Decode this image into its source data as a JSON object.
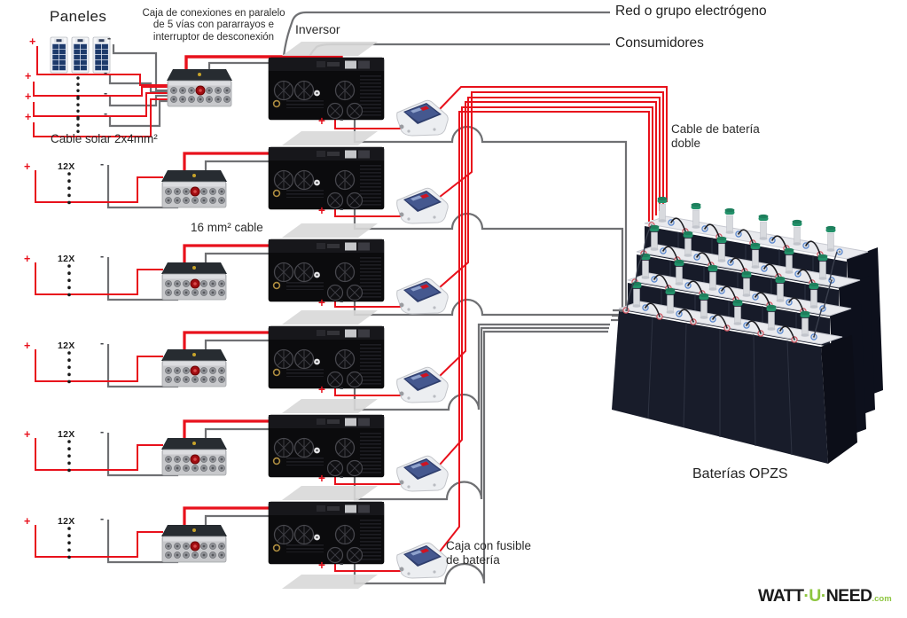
{
  "colors": {
    "wire_red": "#e8111c",
    "wire_gray": "#6f7073",
    "logo_green": "#8dc63f",
    "panel_blue": "#1d3a6b",
    "battery_dark": "#171b29",
    "fuse_lid_navy": "#2f3e6d",
    "text": "#2b2b2b"
  },
  "labels": {
    "paneles": "Paneles",
    "caja_conexiones": "Caja de conexiones en paralelo de 5 vías con pararrayos e interruptor de desconexión",
    "inversor": "Inversor",
    "red_grupo": "Red o grupo electrógeno",
    "consumidores": "Consumidores",
    "cable_solar": "Cable solar 2x4mm²",
    "cable_16": "16 mm² cable",
    "cable_bateria": "Cable de batería\ndoble",
    "caja_fusible": "Caja con fusible\nde batería",
    "baterias": "Baterías OPZS"
  },
  "panel_group": {
    "plus": "+",
    "minus": "-"
  },
  "string_rows": [
    {
      "plus": "+",
      "label": "12X",
      "minus": "-"
    },
    {
      "plus": "+",
      "label": "12X",
      "minus": "-"
    },
    {
      "plus": "+",
      "label": "12X",
      "minus": "-"
    },
    {
      "plus": "+",
      "label": "12X",
      "minus": "-"
    },
    {
      "plus": "+",
      "label": "12X",
      "minus": "-"
    }
  ],
  "inverter_terminals": {
    "plus": "+",
    "minus": "-"
  },
  "logo": {
    "part1": "WATT",
    "sep": "·",
    "part2": "U",
    "part3": "NEED",
    "tld": ".com"
  }
}
